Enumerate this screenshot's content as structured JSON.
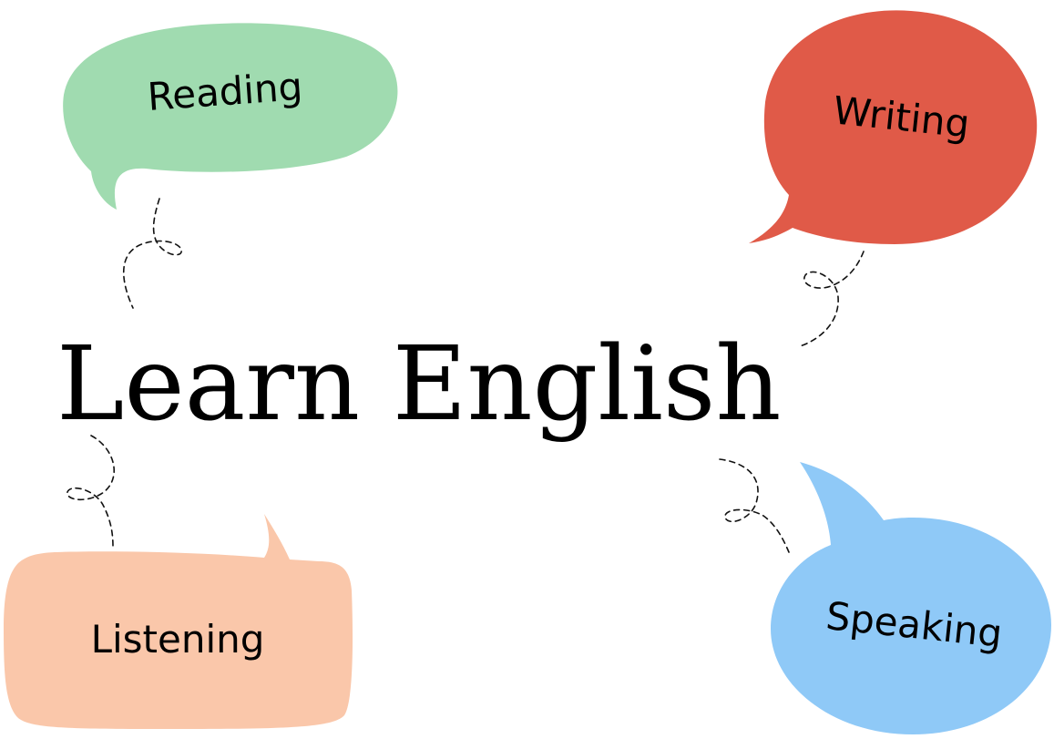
{
  "title": "Learn English",
  "bubbles": {
    "reading": {
      "label": "Reading",
      "color": "#a0dbb0"
    },
    "writing": {
      "label": "Writing",
      "color": "#e05a48"
    },
    "listening": {
      "label": "Listening",
      "color": "#fac7aa"
    },
    "speaking": {
      "label": "Speaking",
      "color": "#8fc9f7"
    }
  }
}
